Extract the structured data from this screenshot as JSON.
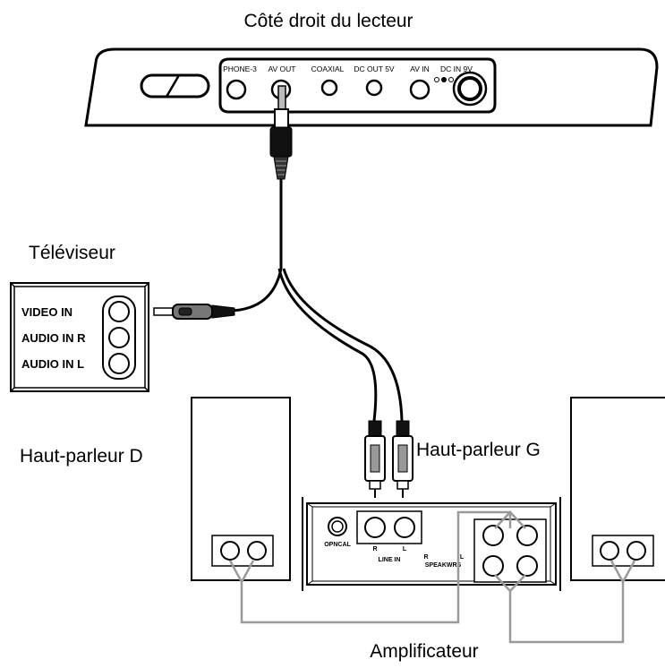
{
  "labels": {
    "player_side": "Côté droit du lecteur",
    "tv": "Téléviseur",
    "speaker_right": "Haut-parleur D",
    "speaker_left": "Haut-parleur G",
    "amplifier": "Amplificateur"
  },
  "player_ports": {
    "phone": "PHONE-3",
    "av_out": "AV OUT",
    "coaxial": "COAXIAL",
    "dc_out": "DC OUT 5V",
    "av_in": "AV IN",
    "dc_in": "DC IN 9V"
  },
  "tv_inputs": {
    "video": "VIDEO IN",
    "audio_r": "AUDIO IN R",
    "audio_l": "AUDIO IN L"
  },
  "amp_labels": {
    "opncal": "OPNCAL",
    "line_r": "R",
    "line_l": "L",
    "line_in": "LINE IN",
    "spk_r": "R",
    "spk_l": "L",
    "speakers": "SPEAKWRS"
  }
}
